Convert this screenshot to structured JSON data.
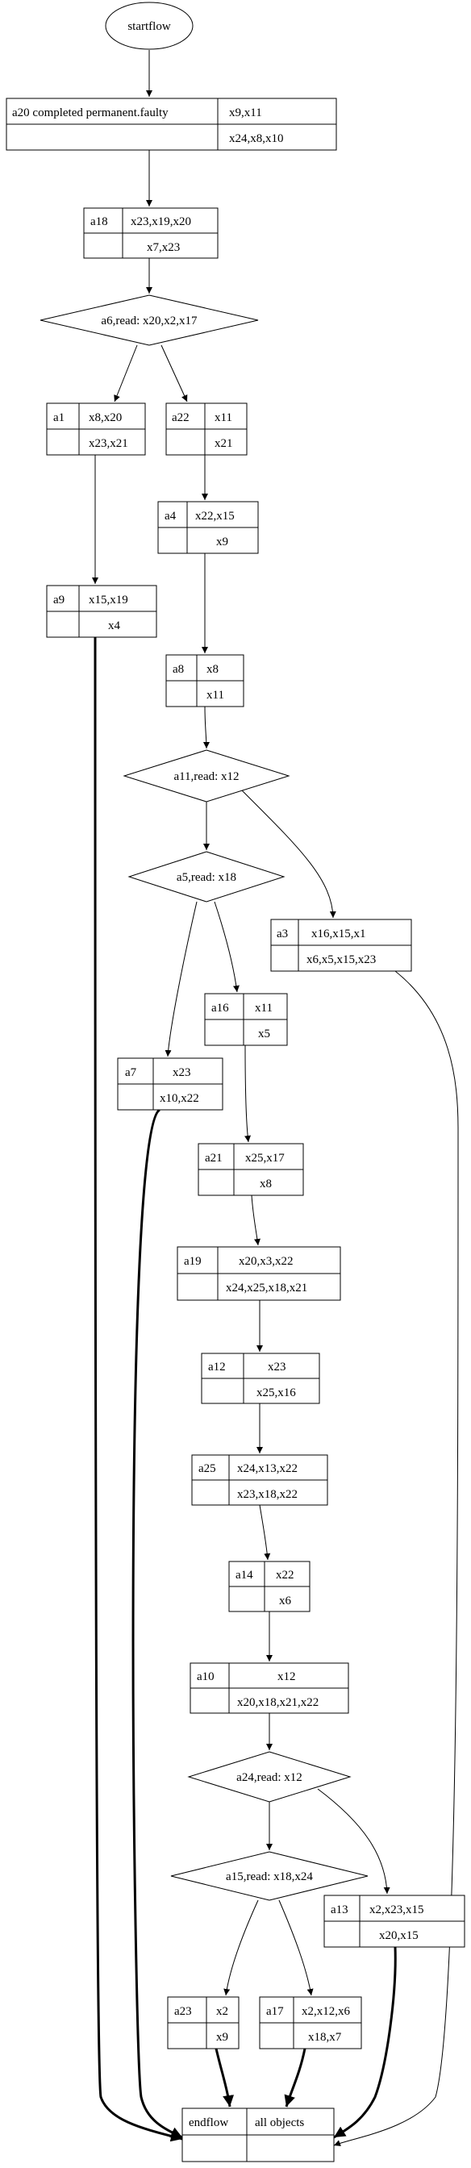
{
  "nodes": {
    "start": {
      "label": "startflow"
    },
    "a20": {
      "name": "a20 completed permanent.faulty",
      "reads": "x9,x11",
      "writes": "x24,x8,x10"
    },
    "a18": {
      "name": "a18",
      "reads": "x23,x19,x20",
      "writes": "x7,x23"
    },
    "d6": {
      "label": "a6,read: x20,x2,x17"
    },
    "a1": {
      "name": "a1",
      "reads": "x8,x20",
      "writes": "x23,x21"
    },
    "a22": {
      "name": "a22",
      "reads": "x11",
      "writes": "x21"
    },
    "a4": {
      "name": "a4",
      "reads": "x22,x15",
      "writes": "x9"
    },
    "a9": {
      "name": "a9",
      "reads": "x15,x19",
      "writes": "x4"
    },
    "a8": {
      "name": "a8",
      "reads": "x8",
      "writes": "x11"
    },
    "d11": {
      "label": "a11,read: x12"
    },
    "d5": {
      "label": "a5,read: x18"
    },
    "a3": {
      "name": "a3",
      "reads": "x16,x15,x1",
      "writes": "x6,x5,x15,x23"
    },
    "a16": {
      "name": "a16",
      "reads": "x11",
      "writes": "x5"
    },
    "a7": {
      "name": "a7",
      "reads": "x23",
      "writes": "x10,x22"
    },
    "a21": {
      "name": "a21",
      "reads": "x25,x17",
      "writes": "x8"
    },
    "a19": {
      "name": "a19",
      "reads": "x20,x3,x22",
      "writes": "x24,x25,x18,x21"
    },
    "a12": {
      "name": "a12",
      "reads": "x23",
      "writes": "x25,x16"
    },
    "a25": {
      "name": "a25",
      "reads": "x24,x13,x22",
      "writes": "x23,x18,x22"
    },
    "a14": {
      "name": "a14",
      "reads": "x22",
      "writes": "x6"
    },
    "a10": {
      "name": "a10",
      "reads": "x12",
      "writes": "x20,x18,x21,x22"
    },
    "d24": {
      "label": "a24,read: x12"
    },
    "d15": {
      "label": "a15,read: x18,x24"
    },
    "a13": {
      "name": "a13",
      "reads": "x2,x23,x15",
      "writes": "x20,x15"
    },
    "a23": {
      "name": "a23",
      "reads": "x2",
      "writes": "x9"
    },
    "a17": {
      "name": "a17",
      "reads": "x2,x12,x6",
      "writes": "x18,x7"
    },
    "end": {
      "name": "endflow",
      "objects": "all objects"
    }
  },
  "edges": [
    {
      "from": "start",
      "to": "a20",
      "bold": false
    },
    {
      "from": "a20",
      "to": "a18",
      "bold": false
    },
    {
      "from": "a18",
      "to": "d6",
      "bold": false
    },
    {
      "from": "d6",
      "to": "a1",
      "bold": false
    },
    {
      "from": "d6",
      "to": "a22",
      "bold": false
    },
    {
      "from": "a1",
      "to": "a9",
      "bold": false
    },
    {
      "from": "a22",
      "to": "a4",
      "bold": false
    },
    {
      "from": "a4",
      "to": "a8",
      "bold": false
    },
    {
      "from": "a8",
      "to": "d11",
      "bold": false
    },
    {
      "from": "d11",
      "to": "d5",
      "bold": false
    },
    {
      "from": "d11",
      "to": "a3",
      "bold": false
    },
    {
      "from": "d5",
      "to": "a7",
      "bold": false
    },
    {
      "from": "d5",
      "to": "a16",
      "bold": false
    },
    {
      "from": "a16",
      "to": "a21",
      "bold": false
    },
    {
      "from": "a21",
      "to": "a19",
      "bold": false
    },
    {
      "from": "a19",
      "to": "a12",
      "bold": false
    },
    {
      "from": "a12",
      "to": "a25",
      "bold": false
    },
    {
      "from": "a25",
      "to": "a14",
      "bold": false
    },
    {
      "from": "a14",
      "to": "a10",
      "bold": false
    },
    {
      "from": "a10",
      "to": "d24",
      "bold": false
    },
    {
      "from": "d24",
      "to": "d15",
      "bold": false
    },
    {
      "from": "d24",
      "to": "a13",
      "bold": false
    },
    {
      "from": "d15",
      "to": "a23",
      "bold": false
    },
    {
      "from": "d15",
      "to": "a17",
      "bold": false
    },
    {
      "from": "a9",
      "to": "end",
      "bold": true
    },
    {
      "from": "a7",
      "to": "end",
      "bold": true
    },
    {
      "from": "a3",
      "to": "end",
      "bold": false
    },
    {
      "from": "a23",
      "to": "end",
      "bold": true
    },
    {
      "from": "a17",
      "to": "end",
      "bold": true
    },
    {
      "from": "a13",
      "to": "end",
      "bold": true
    }
  ]
}
